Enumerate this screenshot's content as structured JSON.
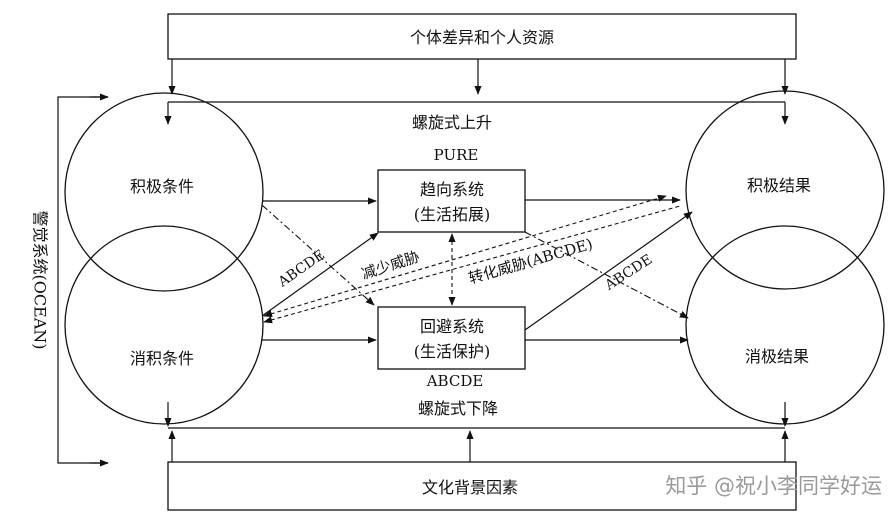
{
  "top_box": "个体差异和个人资源",
  "bottom_box": "文化背景因素",
  "side_label": "警觉系统(OCEAN)",
  "spiral_up": "螺旋式上升",
  "spiral_down": "螺旋式下降",
  "approach": {
    "tag": "PURE",
    "line1": "趋向系统",
    "line2": "(生活拓展)"
  },
  "avoid": {
    "tag": "ABCDE",
    "line1": "回避系统",
    "line2": "(生活保护)"
  },
  "circles": {
    "positive_conditions": "积极条件",
    "negative_conditions": "消积条件",
    "positive_outcomes": "积极结果",
    "negative_outcomes": "消极结果"
  },
  "edge_labels": {
    "abcde_left": "ABCDE",
    "reduce_threat": "减少威胁",
    "transform_threat": "转化威胁(ABCDE)",
    "abcde_right": "ABCDE"
  },
  "watermark": "知乎 @祝小李同学好运"
}
